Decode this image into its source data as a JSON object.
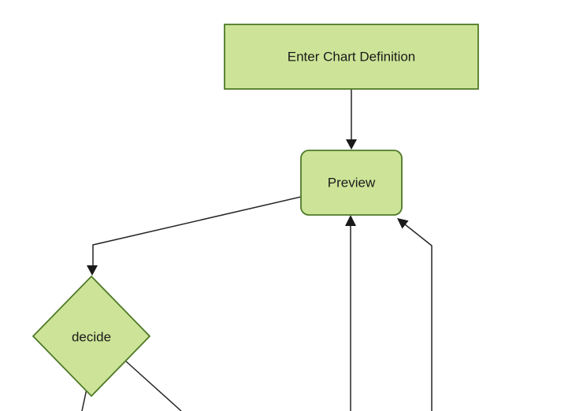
{
  "diagram": {
    "type": "flowchart",
    "direction": "top-down",
    "colors": {
      "background": "#ffffff",
      "node_fill": "#cde498",
      "node_stroke": "#4e7a27",
      "edge": "#262626",
      "arrowhead": "#1a1a1a",
      "text": "#1a1a1a"
    },
    "nodes": [
      {
        "id": "enter-chart-definition",
        "label": "Enter Chart Definition",
        "shape": "rectangle"
      },
      {
        "id": "preview",
        "label": "Preview",
        "shape": "rounded-rectangle"
      },
      {
        "id": "decide",
        "label": "decide",
        "shape": "diamond"
      }
    ],
    "edges": [
      {
        "from": "enter-chart-definition",
        "to": "preview",
        "arrow": "filled-triangle"
      },
      {
        "from": "preview",
        "to": "decide",
        "arrow": "filled-triangle"
      },
      {
        "from": "offscreen-bottom",
        "to": "preview",
        "arrow": "filled-triangle",
        "note": "vertical line entering preview bottom center from below viewport"
      },
      {
        "from": "offscreen-bottom",
        "to": "preview",
        "arrow": "filled-triangle",
        "note": "line entering preview bottom-right corner diagonally from below viewport"
      },
      {
        "from": "decide",
        "to": "offscreen-bottom-left",
        "arrow": "none-visible"
      },
      {
        "from": "decide",
        "to": "offscreen-bottom-right",
        "arrow": "none-visible"
      }
    ]
  }
}
